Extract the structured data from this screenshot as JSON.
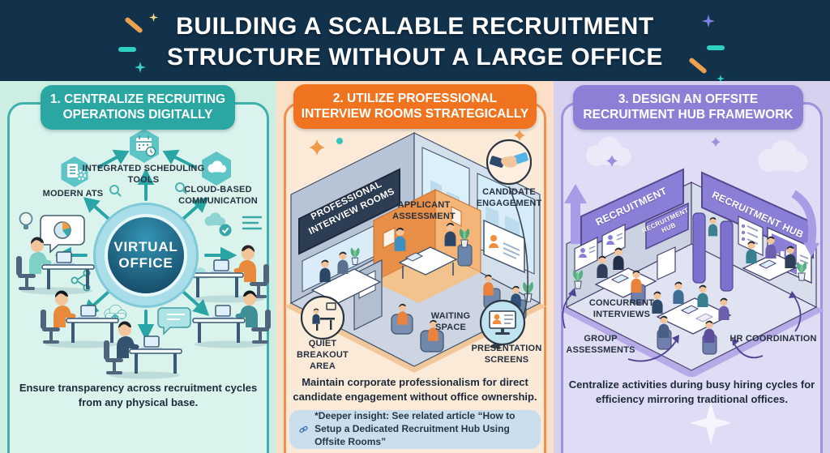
{
  "header": {
    "title_line1": "BUILDING A SCALABLE RECRUITMENT",
    "title_line2": "STRUCTURE WITHOUT A LARGE OFFICE"
  },
  "colors": {
    "header_bg": "#12314b",
    "panel1_accent": "#2ba7a3",
    "panel1_bg": "#cdeee3",
    "panel2_accent": "#f0741f",
    "panel2_bg": "#fbdfc6",
    "panel3_accent": "#8b80d6",
    "panel3_bg": "#d5d1ef",
    "sparkle_orange": "#eda14f",
    "sparkle_teal": "#2fd1c5",
    "sparkle_violet": "#7d82e0"
  },
  "panel1": {
    "badge_line1": "1. CENTRALIZE RECRUITING",
    "badge_line2": "OPERATIONS DIGITALLY",
    "label_scheduling": "INTEGRATED SCHEDULING TOOLS",
    "label_modern_ats": "MODERN ATS",
    "label_cloud": "CLOUD-BASED COMMUNICATION",
    "hub_line1": "VIRTUAL",
    "hub_line2": "OFFICE",
    "caption": "Ensure transparency across recruitment cycles from any physical base."
  },
  "panel2": {
    "badge_line1": "2. UTILIZE PROFESSIONAL",
    "badge_line2": "INTERVIEW ROOMS STRATEGICALLY",
    "banner_line1": "PROFESSIONAL",
    "banner_line2": "INTERVIEW ROOMS",
    "label_candidate_engagement": "CANDIDATE ENGAGEMENT",
    "label_applicant_assessment": "APPLICANT ASSESSMENT",
    "label_waiting_space": "WAITING SPACE",
    "label_quiet_breakout": "QUIET BREAKOUT AREA",
    "label_presentation_screens": "PRESENTATION SCREENS",
    "caption": "Maintain corporate professionalism for direct candidate engagement without office ownership."
  },
  "panel3": {
    "badge_line1": "3. DESIGN AN OFFSITE",
    "badge_line2": "RECRUITMENT HUB FRAMEWORK",
    "banner_left": "RECRUITMENT",
    "banner_right": "RECRUITMENT HUB",
    "sign_line1": "RECRUITMENT",
    "sign_line2": "HUB",
    "label_concurrent": "CONCURRENT INTERVIEWS",
    "label_group": "GROUP ASSESSMENTS",
    "label_hr": "HR COORDINATION",
    "caption": "Centralize activities during busy hiring cycles for efficiency mirroring traditional offices."
  },
  "footnote": {
    "text": "*Deeper insight: See related article “How to Setup a Dedicated Recruitment Hub Using Offsite Rooms”"
  }
}
